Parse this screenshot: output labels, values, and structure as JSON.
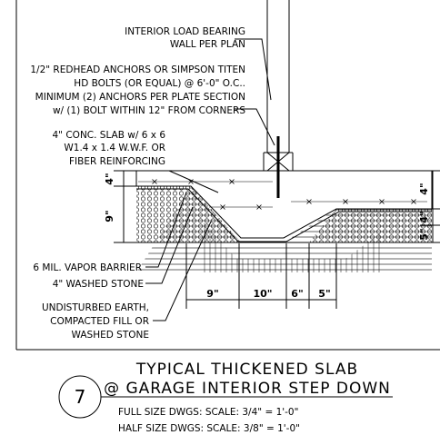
{
  "notes": {
    "wall_l1": "INTERIOR LOAD BEARING",
    "wall_l2": "WALL PER PLAN",
    "anchor_l1": "1/2\" REDHEAD ANCHORS OR SIMPSON TITEN",
    "anchor_l2": "HD BOLTS (OR EQUAL) @ 6'-0\" O.C..",
    "anchor_l3": "MINIMUM (2) ANCHORS PER PLATE SECTION",
    "anchor_l4": "w/ (1) BOLT WITHIN 12\" FROM CORNERS",
    "slab_l1": "4\" CONC. SLAB w/ 6 x 6",
    "slab_l2": "W1.4 x 1.4 W.W.F. OR",
    "slab_l3": "FIBER REINFORCING",
    "vapor": "6 MIL. VAPOR BARRIER",
    "stone": "4\" WASHED STONE",
    "earth_l1": "UNDISTURBED EARTH,",
    "earth_l2": "COMPACTED FILL OR",
    "earth_l3": "WASHED STONE"
  },
  "dimensions": {
    "left_top": "4\"",
    "left_bottom": "9\"",
    "right_top": "4\"",
    "right_mid": "4\"",
    "right_bottom": "5\"",
    "bottom_1": "9\"",
    "bottom_2": "10\"",
    "bottom_3": "6\"",
    "bottom_4": "5\""
  },
  "title": {
    "number": "7",
    "line1": "TYPICAL THICKENED SLAB",
    "line2": "@ GARAGE INTERIOR STEP DOWN",
    "scale_full": "FULL SIZE DWGS: SCALE: 3/4\" = 1'-0\"",
    "scale_half": "HALF SIZE DWGS: SCALE: 3/8\" = 1'-0\""
  }
}
